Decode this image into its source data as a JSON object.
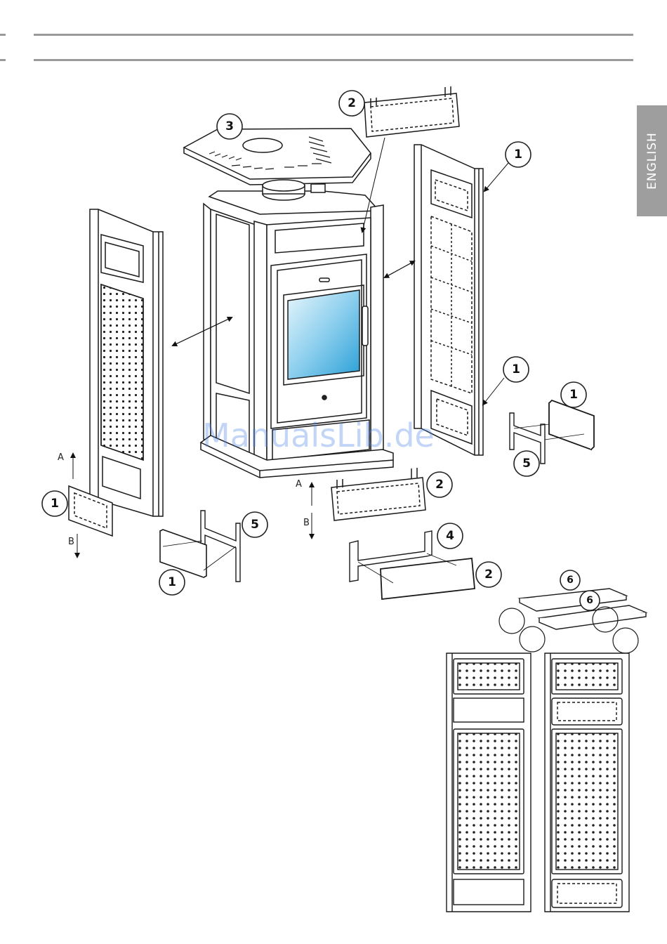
{
  "header": {
    "side_tab": "ENGLISH"
  },
  "watermark": "ManualsLib.de",
  "callouts": {
    "top_panel": "3",
    "top_front_insert": "2",
    "right_panel_upper": "1",
    "right_panel_lower": "1",
    "right_small_panel": "1",
    "right_bracket": "5",
    "left_small_panel": "1",
    "left_bracket": "5",
    "left_bottom_panel": "1",
    "front_lower_insert": "2",
    "front_bracket": "4",
    "front_bottom_panel": "2",
    "shelf_a": "6",
    "shelf_b": "6"
  },
  "arrows": {
    "left_up": "A",
    "left_down": "B",
    "center_up": "A",
    "center_down": "B"
  },
  "colors": {
    "line": "#1a1a1a",
    "rule": "#9a9a9a",
    "tab": "#9e9e9e",
    "glass_top": "#e8f6fb",
    "glass_bottom": "#2a9fd6",
    "watermark": "#4f86e8"
  }
}
